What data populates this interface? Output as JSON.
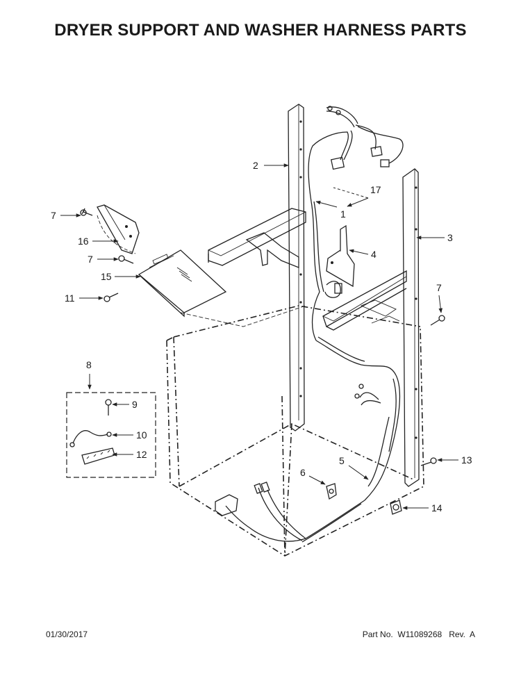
{
  "title": "DRYER SUPPORT AND WASHER HARNESS PARTS",
  "footer": {
    "date": "01/30/2017",
    "part_number": "Part No.  W11089268   Rev.  A"
  },
  "callouts": {
    "c1": "1",
    "c2": "2",
    "c3": "3",
    "c4": "4",
    "c5": "5",
    "c6": "6",
    "c7a": "7",
    "c7b": "7",
    "c7c": "7",
    "c8": "8",
    "c9": "9",
    "c10": "10",
    "c11": "11",
    "c12": "12",
    "c13": "13",
    "c14": "14",
    "c15": "15",
    "c16": "16",
    "c17": "17"
  }
}
